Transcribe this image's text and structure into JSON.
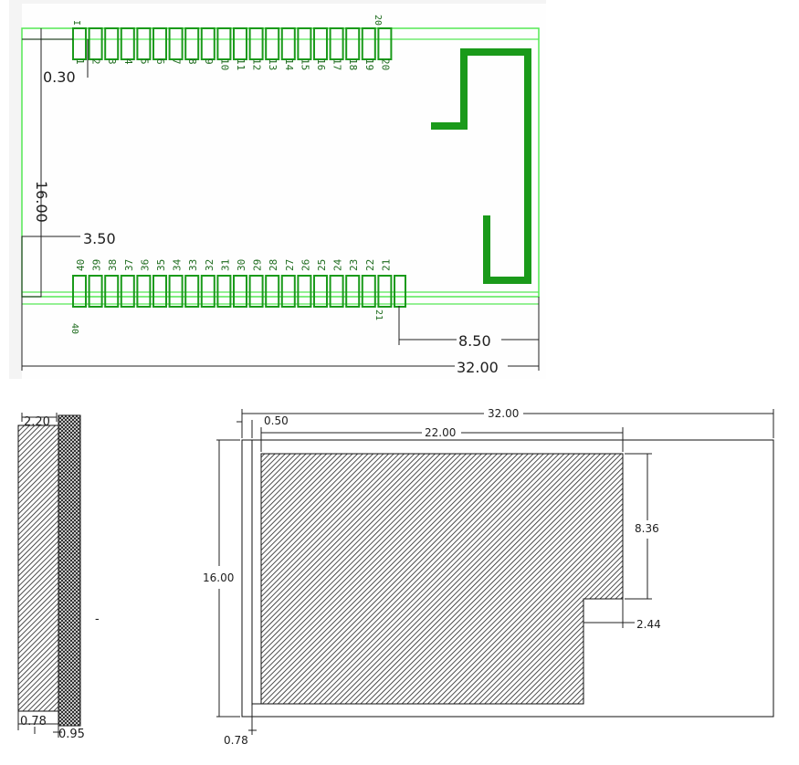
{
  "top_view": {
    "colors": {
      "board_outline": "#54e854",
      "pad": "#1a9a1a",
      "antenna": "#1a9a1a",
      "label": "#1d6b1d",
      "dim_line": "#202020"
    },
    "top_row_pins": [
      "1",
      "2",
      "3",
      "4",
      "5",
      "6",
      "7",
      "8",
      "9",
      "10",
      "11",
      "12",
      "13",
      "14",
      "15",
      "16",
      "17",
      "18",
      "19",
      "20"
    ],
    "bottom_row_pins": [
      "40",
      "39",
      "38",
      "37",
      "36",
      "35",
      "34",
      "33",
      "32",
      "31",
      "30",
      "29",
      "28",
      "27",
      "26",
      "25",
      "24",
      "23",
      "22",
      "21"
    ],
    "top_pin_marker": "I",
    "top_pin_last": "20",
    "bottom_pin_first": "40",
    "bottom_pin_last": "21",
    "dims": {
      "pad_height": "0.30",
      "body_height": "16.00",
      "row_offset": "3.50",
      "antenna_clearance": "8.50",
      "total_length": "32.00"
    }
  },
  "side_view": {
    "dims": {
      "thickness_top": "2.20",
      "thickness_bottom": "0.78",
      "pcb_thickness": "0.95"
    },
    "tick_mark": "-"
  },
  "front_view": {
    "dims": {
      "total_length": "32.00",
      "edge_offset": "0.50",
      "shield_length": "22.00",
      "height": "16.00",
      "notch_height": "8.36",
      "notch_depth": "2.44",
      "bottom_offset": "0.78"
    }
  }
}
